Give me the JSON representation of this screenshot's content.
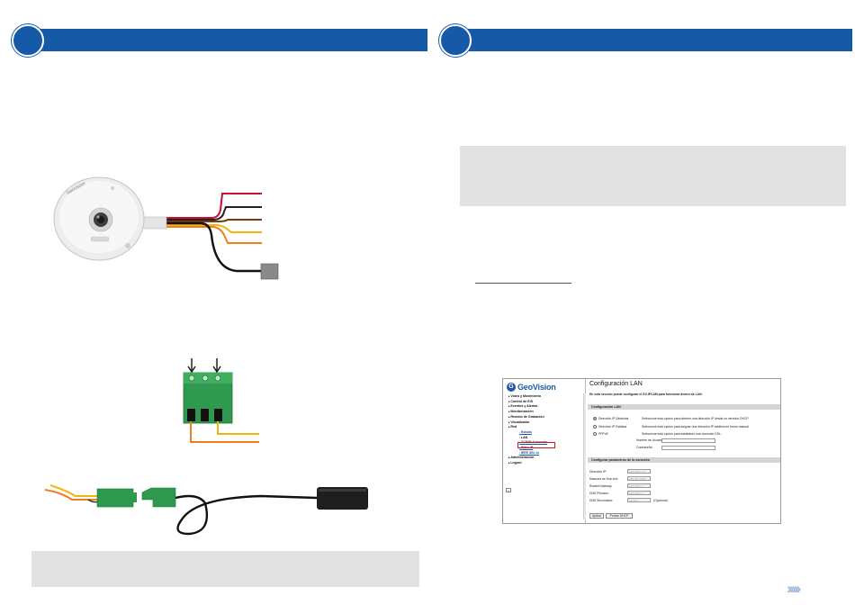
{
  "screenshot": {
    "brand": "GeoVision",
    "nav_items": [
      {
        "label": "Video y Movimiento",
        "kind": "top"
      },
      {
        "label": "Control de E/S",
        "kind": "top"
      },
      {
        "label": "Eventos y Alertas",
        "kind": "top"
      },
      {
        "label": "Monitorización",
        "kind": "top"
      },
      {
        "label": "Remoto de Grabación",
        "kind": "top"
      },
      {
        "label": "Visualizador",
        "kind": "top"
      },
      {
        "label": "Red",
        "kind": "top"
      },
      {
        "label": "Estado",
        "kind": "sub"
      },
      {
        "label": "LAN",
        "kind": "sel"
      },
      {
        "label": "TCP/IP Avanzado",
        "kind": "sub"
      },
      {
        "label": "Filtro IP",
        "kind": "sub"
      },
      {
        "label": "IEEE 802.1x",
        "kind": "sub"
      },
      {
        "label": "Administración",
        "kind": "top"
      },
      {
        "label": "Logout",
        "kind": "top"
      }
    ],
    "page_title": "Configuración LAN",
    "page_desc": "En esta sección puede configurar el GV-IPCAM para funcionar dentro de LAN.",
    "section1": "Configuración LAN",
    "options": [
      {
        "label": "Dirección IP Dinámica",
        "desc": "Seleccione esta opción para obtener una dirección IP desde un servidor DHCP.",
        "selected": true
      },
      {
        "label": "Dirección IP Estática",
        "desc": "Seleccione esta opción para asignar una dirección IP estática en forma manual.",
        "selected": false
      },
      {
        "label": "PPPoE",
        "desc": "Seleccione esta opción para establecer una conexión DSL.",
        "selected": false
      }
    ],
    "user_label": "Nombre de Usuario",
    "pass_label": "Contraseña",
    "section2": "Configurar parámetros de la conexión",
    "fields": [
      {
        "label": "Dirección IP:",
        "value": "192.168.0.10"
      },
      {
        "label": "Máscara de Sub-red:",
        "value": "255.255.255.0"
      },
      {
        "label": "Router/Gateway:",
        "value": "192.168.0.1"
      },
      {
        "label": "DNS Primario:",
        "value": "192.168.0.1"
      },
      {
        "label": "DNS Secundario:",
        "value": "0.0.0.0"
      }
    ],
    "optional_note": "(Opcional)",
    "btn_apply": "Aplicar",
    "btn_dhcp": "Probar DHCP"
  }
}
